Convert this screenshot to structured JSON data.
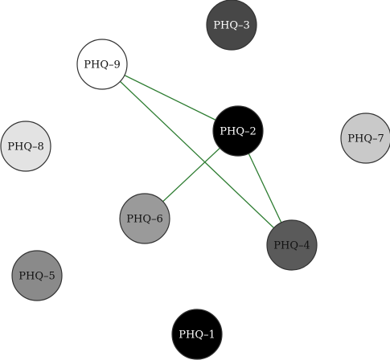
{
  "nodes": [
    {
      "id": "PHQ-3",
      "label": "PHQ–3",
      "fill": "#474747",
      "text_color": "#ffffff"
    },
    {
      "id": "PHQ-9",
      "label": "PHQ–9",
      "fill": "#ffffff",
      "text_color": "#111111"
    },
    {
      "id": "PHQ-2",
      "label": "PHQ–2",
      "fill": "#000000",
      "text_color": "#ffffff"
    },
    {
      "id": "PHQ-8",
      "label": "PHQ–8",
      "fill": "#e3e3e3",
      "text_color": "#111111"
    },
    {
      "id": "PHQ-7",
      "label": "PHQ–7",
      "fill": "#c9c9c9",
      "text_color": "#111111"
    },
    {
      "id": "PHQ-6",
      "label": "PHQ–6",
      "fill": "#9a9a9a",
      "text_color": "#111111"
    },
    {
      "id": "PHQ-4",
      "label": "PHQ–4",
      "fill": "#5a5a5a",
      "text_color": "#111111"
    },
    {
      "id": "PHQ-5",
      "label": "PHQ–5",
      "fill": "#8a8a8a",
      "text_color": "#111111"
    },
    {
      "id": "PHQ-1",
      "label": "PHQ–1",
      "fill": "#000000",
      "text_color": "#ffffff"
    }
  ],
  "edges": [
    {
      "from": "PHQ-9",
      "to": "PHQ-2",
      "color": "#2e7d32"
    },
    {
      "from": "PHQ-9",
      "to": "PHQ-4",
      "color": "#2e7d32"
    },
    {
      "from": "PHQ-2",
      "to": "PHQ-6",
      "color": "#2e7d32"
    },
    {
      "from": "PHQ-2",
      "to": "PHQ-4",
      "color": "#2e7d32"
    }
  ]
}
